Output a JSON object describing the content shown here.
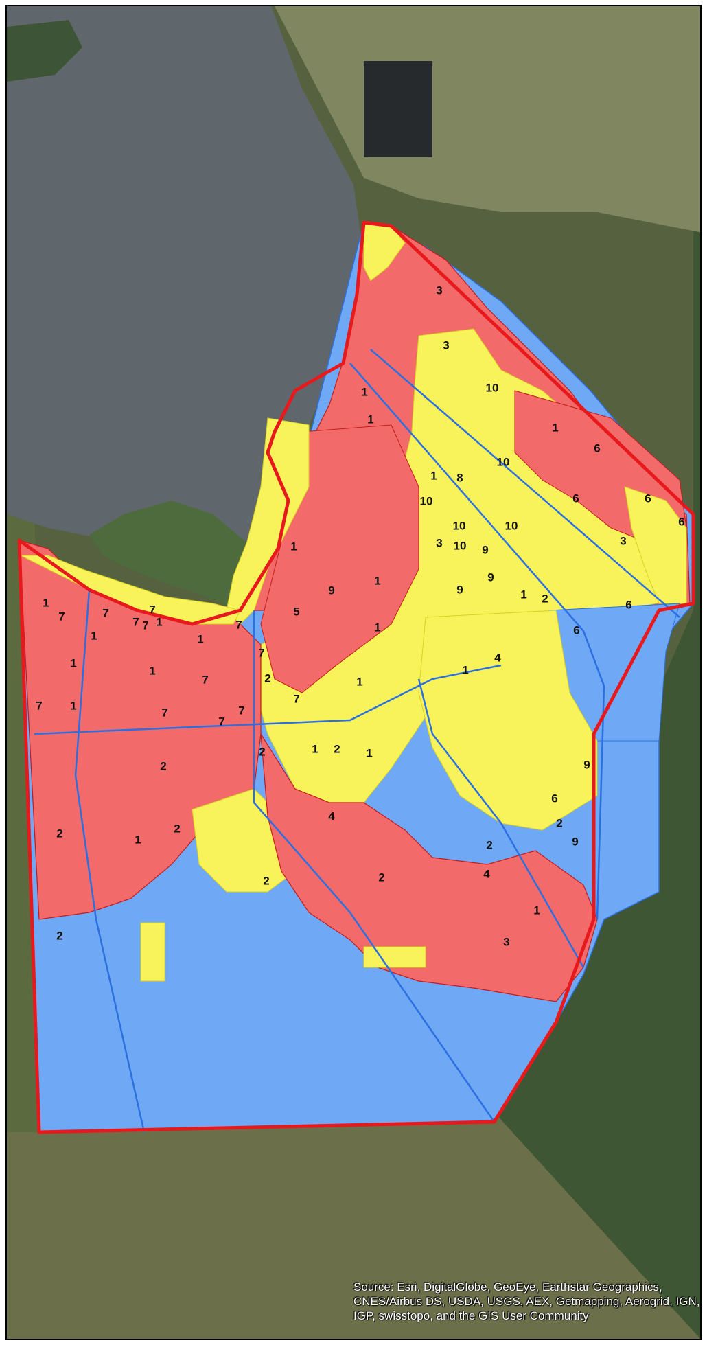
{
  "map": {
    "basemap": "satellite imagery",
    "colors": {
      "boundary": "#e8191c",
      "red_zone": "#f26a6a",
      "yellow_zone": "#f8f35a",
      "blue_zone": "#6fa8f5",
      "blue_line": "#2b6fe0",
      "lake": "#5d656b",
      "farmland": "#6f7a4d",
      "forest": "#3d5a33"
    },
    "zone_labels": [
      "1",
      "2",
      "3",
      "4",
      "5",
      "6",
      "7",
      "8",
      "9",
      "10"
    ],
    "labels": [
      {
        "id": "l1",
        "text": "3"
      },
      {
        "id": "l2",
        "text": "3"
      },
      {
        "id": "l3",
        "text": "10"
      },
      {
        "id": "l4",
        "text": "1"
      },
      {
        "id": "l5",
        "text": "1"
      },
      {
        "id": "l6",
        "text": "1"
      },
      {
        "id": "l7",
        "text": "6"
      },
      {
        "id": "l8",
        "text": "10"
      },
      {
        "id": "l9",
        "text": "1"
      },
      {
        "id": "l10",
        "text": "8"
      },
      {
        "id": "l11",
        "text": "10"
      },
      {
        "id": "l12",
        "text": "6"
      },
      {
        "id": "l13",
        "text": "6"
      },
      {
        "id": "l14",
        "text": "6"
      },
      {
        "id": "l15",
        "text": "10"
      },
      {
        "id": "l16",
        "text": "10"
      },
      {
        "id": "l17",
        "text": "3"
      },
      {
        "id": "l18",
        "text": "10"
      },
      {
        "id": "l19",
        "text": "9"
      },
      {
        "id": "l20",
        "text": "3"
      },
      {
        "id": "l21",
        "text": "1"
      },
      {
        "id": "l22",
        "text": "9"
      },
      {
        "id": "l23",
        "text": "1"
      },
      {
        "id": "l24",
        "text": "9"
      },
      {
        "id": "l25",
        "text": "9"
      },
      {
        "id": "l26",
        "text": "1"
      },
      {
        "id": "l27",
        "text": "2"
      },
      {
        "id": "l28",
        "text": "6"
      },
      {
        "id": "l29",
        "text": "5"
      },
      {
        "id": "l30",
        "text": "1"
      },
      {
        "id": "l31",
        "text": "6"
      },
      {
        "id": "l32",
        "text": "1"
      },
      {
        "id": "l33",
        "text": "7"
      },
      {
        "id": "l34",
        "text": "7"
      },
      {
        "id": "l35",
        "text": "7"
      },
      {
        "id": "l36",
        "text": "7"
      },
      {
        "id": "l37",
        "text": "1"
      },
      {
        "id": "l38",
        "text": "7"
      },
      {
        "id": "l39",
        "text": "1"
      },
      {
        "id": "l40",
        "text": "7"
      },
      {
        "id": "l41",
        "text": "1"
      },
      {
        "id": "l42",
        "text": "4"
      },
      {
        "id": "l43",
        "text": "1"
      },
      {
        "id": "l44",
        "text": "1"
      },
      {
        "id": "l45",
        "text": "7"
      },
      {
        "id": "l46",
        "text": "2"
      },
      {
        "id": "l47",
        "text": "7"
      },
      {
        "id": "l48",
        "text": "1"
      },
      {
        "id": "l49",
        "text": "7"
      },
      {
        "id": "l50",
        "text": "1"
      },
      {
        "id": "l51",
        "text": "7"
      },
      {
        "id": "l52",
        "text": "7"
      },
      {
        "id": "l53",
        "text": "7"
      },
      {
        "id": "l54",
        "text": "1"
      },
      {
        "id": "l55",
        "text": "7"
      },
      {
        "id": "l56",
        "text": "2"
      },
      {
        "id": "l57",
        "text": "1"
      },
      {
        "id": "l58",
        "text": "2"
      },
      {
        "id": "l59",
        "text": "1"
      },
      {
        "id": "l60",
        "text": "9"
      },
      {
        "id": "l61",
        "text": "6"
      },
      {
        "id": "l62",
        "text": "2"
      },
      {
        "id": "l63",
        "text": "9"
      },
      {
        "id": "l64",
        "text": "4"
      },
      {
        "id": "l65",
        "text": "2"
      },
      {
        "id": "l66",
        "text": "1"
      },
      {
        "id": "l67",
        "text": "2"
      },
      {
        "id": "l68",
        "text": "2"
      },
      {
        "id": "l69",
        "text": "2"
      },
      {
        "id": "l70",
        "text": "2"
      },
      {
        "id": "l71",
        "text": "4"
      },
      {
        "id": "l72",
        "text": "2"
      },
      {
        "id": "l73",
        "text": "1"
      },
      {
        "id": "l74",
        "text": "3"
      },
      {
        "id": "l75",
        "text": "2"
      }
    ]
  },
  "attribution": "Source: Esri, DigitalGlobe, GeoEye, Earthstar Geographics, CNES/Airbus DS, USDA, USGS, AEX, Getmapping, Aerogrid, IGN, IGP, swisstopo, and the GIS User Community"
}
